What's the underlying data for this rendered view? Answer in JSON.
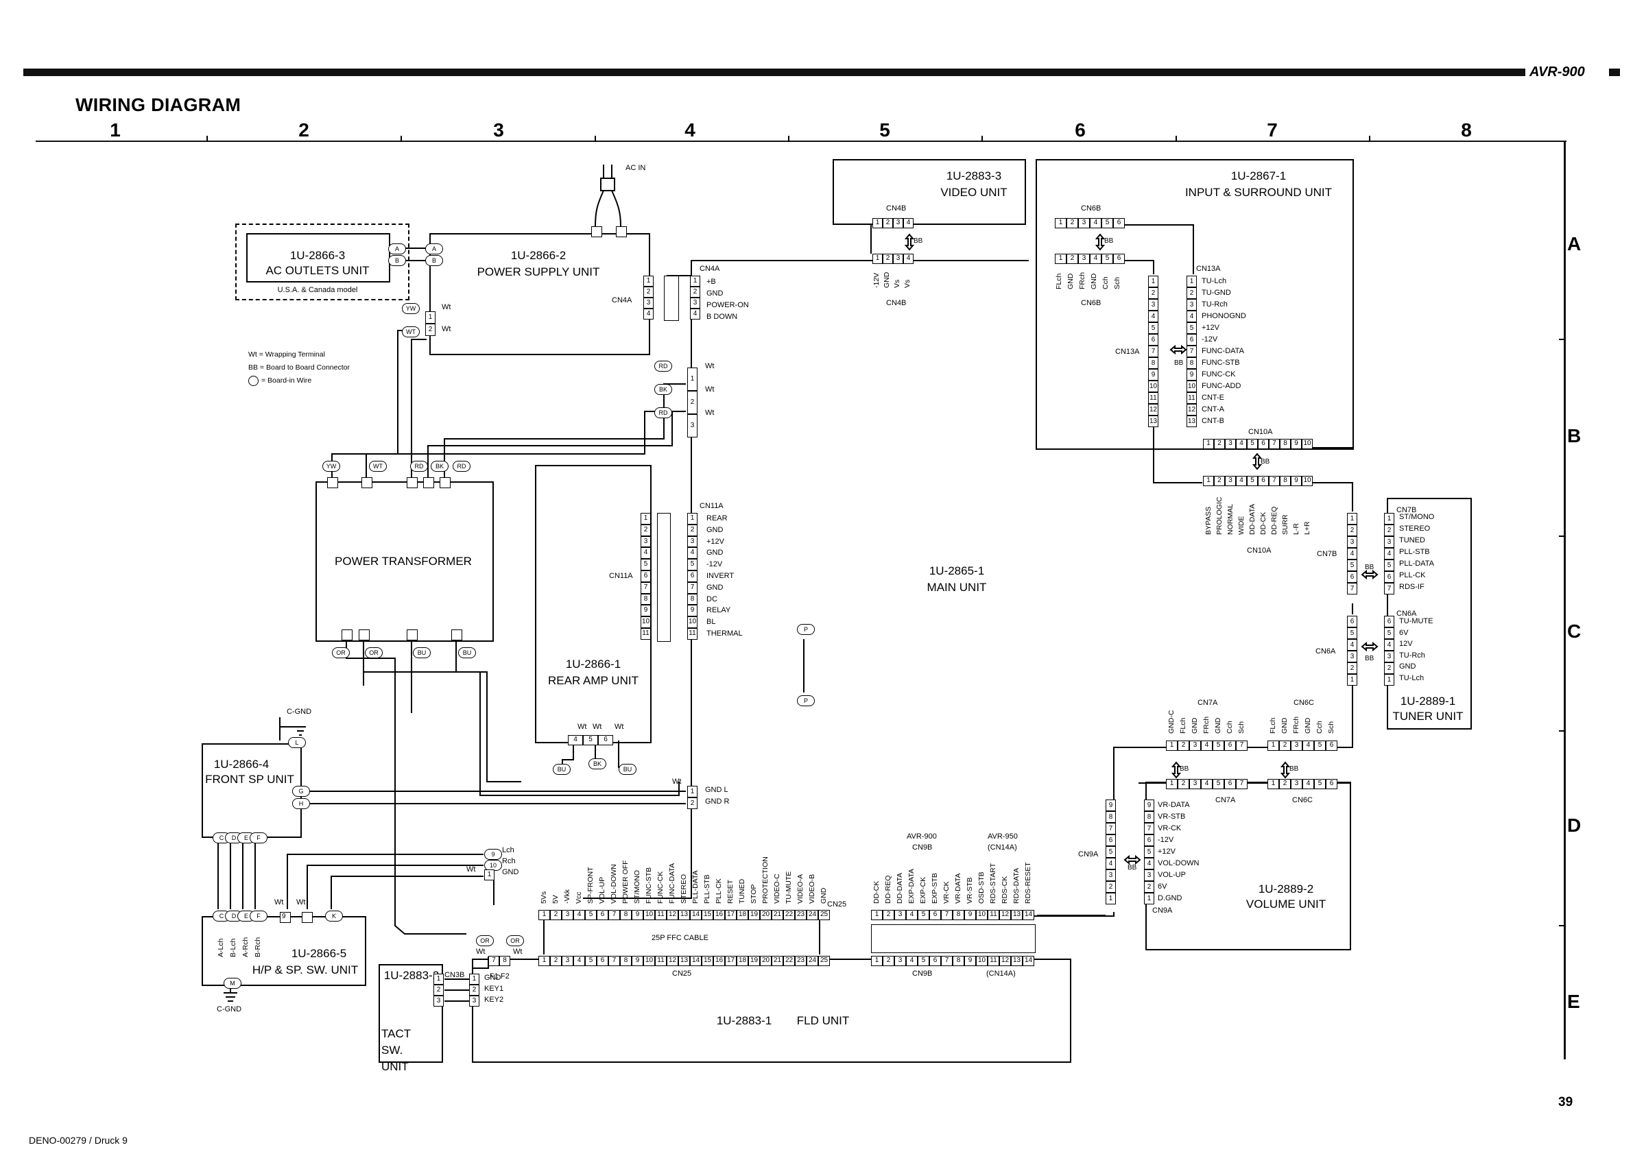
{
  "header": {
    "title": "WIRING DIAGRAM",
    "model": "AVR-900",
    "page_number": "39",
    "doc_ref": "DENO-00279 / Druck 9"
  },
  "grid": {
    "columns": [
      "1",
      "2",
      "3",
      "4",
      "5",
      "6",
      "7",
      "8"
    ],
    "rows": [
      "A",
      "B",
      "C",
      "D",
      "E"
    ]
  },
  "legend": {
    "wt": "Wt  = Wrapping Terminal",
    "bb": "BB  = Board to Board Connector",
    "bw": "= Board-in Wire"
  },
  "units": {
    "ac_outlets": {
      "id": "1U-2866-3",
      "name": "AC OUTLETS UNIT",
      "note": "U.S.A. & Canada model"
    },
    "power_supply": {
      "id": "1U-2866-2",
      "name": "POWER SUPPLY UNIT"
    },
    "video": {
      "id": "1U-2883-3",
      "name": "VIDEO UNIT"
    },
    "input_surround": {
      "id": "1U-2867-1",
      "name": "INPUT & SURROUND UNIT"
    },
    "power_transformer": {
      "name": "POWER TRANSFORMER"
    },
    "rear_amp": {
      "id": "1U-2866-1",
      "name": "REAR AMP UNIT"
    },
    "main": {
      "id": "1U-2865-1",
      "name": "MAIN UNIT"
    },
    "tuner": {
      "id": "1U-2889-1",
      "name": "TUNER UNIT"
    },
    "front_sp": {
      "id": "1U-2866-4",
      "name": "FRONT SP UNIT"
    },
    "hp_sp_sw": {
      "id": "1U-2866-5",
      "name": "H/P & SP. SW. UNIT"
    },
    "volume": {
      "id": "1U-2889-2",
      "name": "VOLUME UNIT"
    },
    "tact_sw": {
      "id": "1U-2883-2",
      "name": "TACT SW. UNIT"
    },
    "fld": {
      "id": "1U-2883-1",
      "name": "FLD UNIT"
    }
  },
  "labels": {
    "ac_in": "AC IN",
    "c_gnd": "C-GND",
    "ffc_cable": "25P FFC CABLE",
    "bb": "BB",
    "wt": "Wt",
    "avr900_cn9b": "AVR-900",
    "avr950_cn14a": "AVR-950"
  },
  "connectors": {
    "cn4a": {
      "name": "CN4A",
      "pins": [
        "+B",
        "GND",
        "POWER-ON",
        "B DOWN"
      ]
    },
    "cn4b": {
      "name": "CN4B",
      "pins": [
        "-12V",
        "GND",
        "Vs",
        "Vs"
      ]
    },
    "cn6b": {
      "name": "CN6B",
      "pins": [
        "FLch",
        "GND",
        "FRch",
        "GND",
        "Cch",
        "Sch"
      ]
    },
    "cn13a": {
      "name": "CN13A",
      "pins": [
        "TU-Lch",
        "TU-GND",
        "TU-Rch",
        "PHONOGND",
        "+12V",
        "-12V",
        "FUNC-DATA",
        "FUNC-STB",
        "FUNC-CK",
        "FUNC-ADD",
        "CNT-E",
        "CNT-A",
        "CNT-B"
      ]
    },
    "cn10a": {
      "name": "CN10A",
      "pins": [
        "BYPASS",
        "PROLOGIC",
        "NORMAL",
        "WIDE",
        "DD-DATA",
        "DD-CK",
        "DD-REQ",
        "SURR",
        "L-R",
        "L+R"
      ]
    },
    "cn11a": {
      "name": "CN11A",
      "pins": [
        "REAR",
        "GND",
        "+12V",
        "GND",
        "-12V",
        "INVERT",
        "GND",
        "DC",
        "RELAY",
        "BL",
        "THERMAL"
      ]
    },
    "cn7b": {
      "name": "CN7B",
      "pins": [
        "ST/MONO",
        "STEREO",
        "TUNED",
        "PLL-STB",
        "PLL-DATA",
        "PLL-CK",
        "RDS-IF"
      ]
    },
    "cn6a": {
      "name": "CN6A",
      "pins": [
        "TU-MUTE",
        "6V",
        "12V",
        "TU-Rch",
        "GND",
        "TU-Lch"
      ]
    },
    "cn7a": {
      "name": "CN7A",
      "pins": [
        "GND-C",
        "FLch",
        "GND",
        "FRch",
        "GND",
        "Cch",
        "Sch"
      ]
    },
    "cn6c": {
      "name": "CN6C",
      "pins": [
        "FLch",
        "GND",
        "FRch",
        "GND",
        "Cch",
        "Sch"
      ]
    },
    "cn9a": {
      "name": "CN9A",
      "pins": [
        "VR-DATA",
        "VR-STB",
        "VR-CK",
        "-12V",
        "+12V",
        "VOL-DOWN",
        "VOL-UP",
        "6V",
        "D.GND"
      ]
    },
    "cn25": {
      "name": "CN25",
      "pins": [
        "5Vs",
        "5V",
        "-Vkk",
        "Vcc",
        "SP-FRONT",
        "VOL-UP",
        "VOL-DOWN",
        "POWER OFF",
        "ST/MONO",
        "FUNC-STB",
        "FUNC-CK",
        "FUNC-DATA",
        "STEREO",
        "PLL-DATA",
        "PLL-STB",
        "PLL-CK",
        "RESET",
        "TUNED",
        "STOP",
        "PROTECTION",
        "VIDEO-C",
        "TU-MUTE",
        "VIDEO-A",
        "VIDEO-B",
        "GND"
      ]
    },
    "cn9b": {
      "name": "CN9B",
      "pins": [
        "DD-CK",
        "DD-REQ",
        "DD-DATA",
        "EXP-DATA",
        "EXP-CK",
        "EXP-STB",
        "VR-CK",
        "VR-DATA",
        "VR-STB",
        "OSD-STB",
        "RDS-START",
        "RDS-CK",
        "RDS-DATA",
        "RDS-RESET"
      ]
    },
    "cn14a": {
      "name": "(CN14A)"
    },
    "cn3b": {
      "name": "CN3B",
      "pins": [
        "GND",
        "KEY1",
        "KEY2"
      ]
    },
    "wt_power": {
      "pins": [
        "Wt",
        "Wt",
        "Wt"
      ]
    },
    "gnd_lr": {
      "pins": [
        "GND L",
        "GND R"
      ]
    },
    "hp_wt": {
      "pins": [
        "Lch",
        "Rch",
        "GND"
      ]
    },
    "f_pins": "F1 F2"
  },
  "wires": {
    "transformer_top": [
      "YW",
      "WT",
      "RD",
      "BK",
      "RD"
    ],
    "transformer_bottom": [
      "OR",
      "OR",
      "BU",
      "BU"
    ],
    "rear_bottom": [
      "BU",
      "BK",
      "BU"
    ],
    "power_mid": [
      "RD",
      "BK",
      "RD"
    ],
    "front_sp": [
      "C",
      "D",
      "E",
      "F"
    ],
    "hp_sw": [
      "C",
      "D",
      "E",
      "F"
    ],
    "hp_cols": [
      "A-Lch",
      "B-Lch",
      "A-Rch",
      "B-Rch"
    ],
    "ps_wt": [
      "YW",
      "WT"
    ],
    "fld_top": [
      "OR",
      "OR"
    ],
    "main_p": [
      "P",
      "P"
    ],
    "front_sp_pins": [
      "G",
      "H",
      "L"
    ],
    "hp_pins": [
      "K",
      "M"
    ],
    "ac_pins": [
      "A",
      "B"
    ]
  }
}
